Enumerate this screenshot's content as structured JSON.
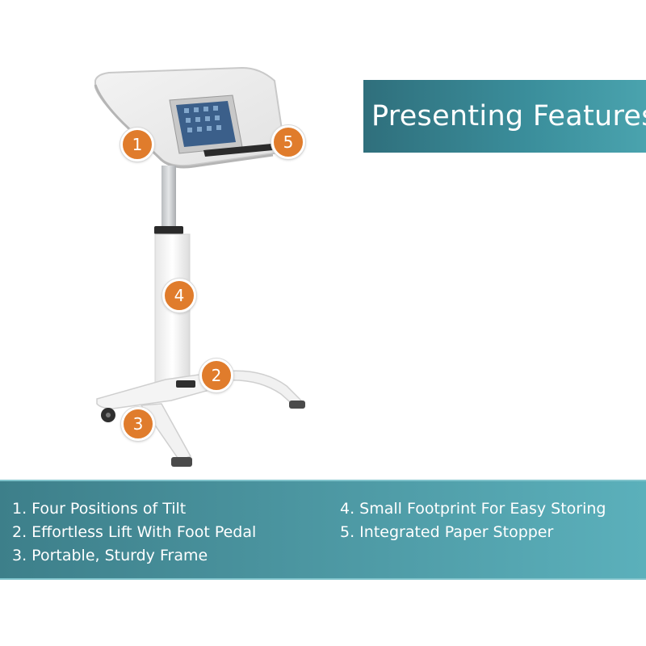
{
  "title": "Presenting Features",
  "badges": [
    "1",
    "2",
    "3",
    "4",
    "5"
  ],
  "features": {
    "left": [
      "1. Four Positions of Tilt",
      "2. Effortless Lift With Foot Pedal",
      "3. Portable, Sturdy Frame"
    ],
    "right": [
      "4. Small Footprint For Easy Storing",
      "5. Integrated Paper Stopper"
    ]
  },
  "colors": {
    "banner": "#3b8f9c",
    "badge": "#e07c2c",
    "band": "#4b95a0"
  }
}
